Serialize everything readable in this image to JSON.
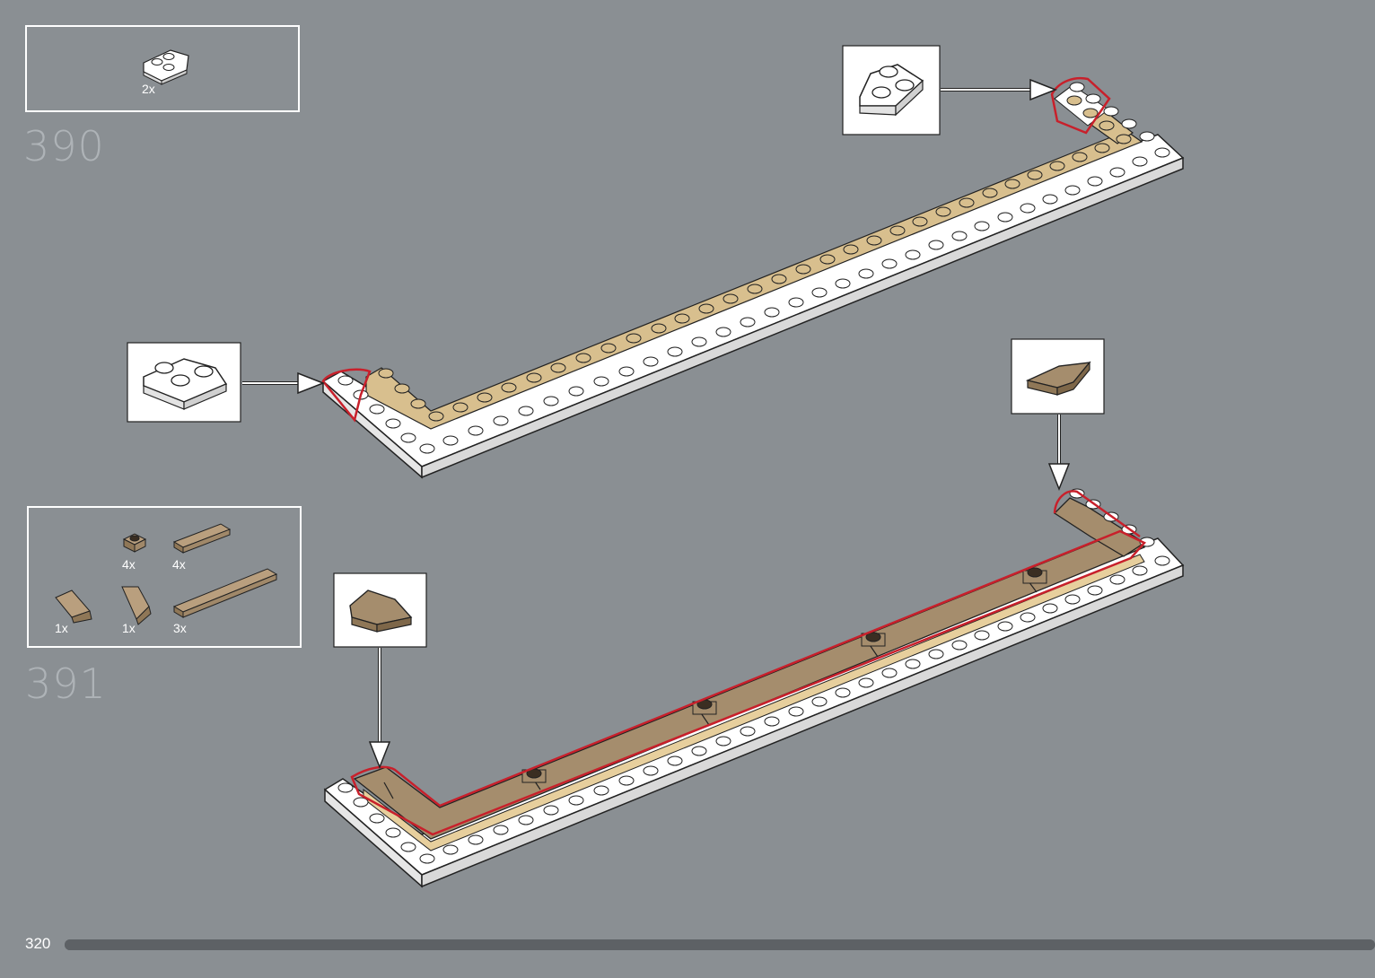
{
  "page_number": "320",
  "progress": 1.0,
  "steps": [
    {
      "number": "390",
      "parts": [
        {
          "name": "white-wedge-plate-2x2",
          "qty": "2x",
          "color": "#ffffff"
        }
      ]
    },
    {
      "number": "391",
      "parts": [
        {
          "name": "dark-tan-plate-1x1",
          "qty": "4x",
          "color": "#a58d6d"
        },
        {
          "name": "dark-tan-tile-1x4",
          "qty": "4x",
          "color": "#a58d6d"
        },
        {
          "name": "dark-tan-wedge-left",
          "qty": "1x",
          "color": "#a58d6d"
        },
        {
          "name": "dark-tan-wedge-right",
          "qty": "1x",
          "color": "#a58d6d"
        },
        {
          "name": "dark-tan-tile-1x8",
          "qty": "3x",
          "color": "#a58d6d"
        }
      ]
    }
  ],
  "colors": {
    "background": "#8a8f93",
    "tan": "#d8bf8e",
    "dark_tan": "#a58d6d",
    "white_brick": "#ffffff",
    "highlight": "#c8202b"
  }
}
